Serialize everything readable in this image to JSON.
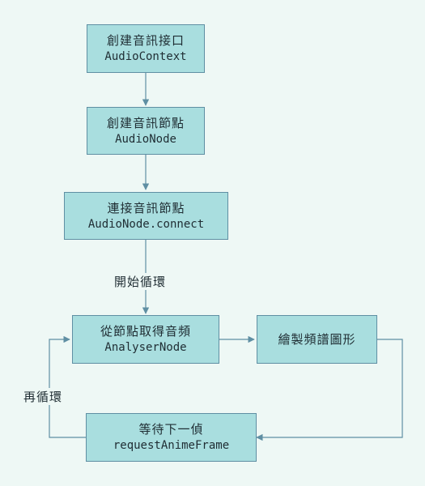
{
  "colors": {
    "background": "#eef8f5",
    "node_fill": "#a9dedf",
    "node_border": "#5f8fa3",
    "edge": "#5f8fa3"
  },
  "nodes": {
    "create_context": {
      "title": "創建音訊接口",
      "subtitle": "AudioContext"
    },
    "create_node": {
      "title": "創建音訊節點",
      "subtitle": "AudioNode"
    },
    "connect_node": {
      "title": "連接音訊節點",
      "subtitle": "AudioNode.connect"
    },
    "get_frequency": {
      "title": "從節點取得音頻",
      "subtitle": "AnalyserNode"
    },
    "draw_spectrum": {
      "title": "繪製頻譜圖形"
    },
    "wait_frame": {
      "title": "等待下一偵",
      "subtitle": "requestAnimeFrame"
    }
  },
  "edge_labels": {
    "start_loop": "開始循環",
    "repeat_loop": "再循環"
  }
}
